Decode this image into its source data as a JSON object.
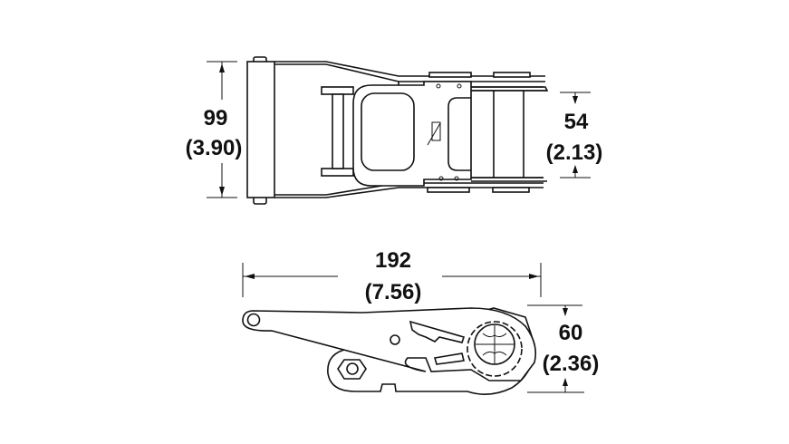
{
  "dimensions": {
    "width_top": {
      "mm": "99",
      "inch": "(3.90)"
    },
    "slot_width": {
      "mm": "54",
      "inch": "(2.13)"
    },
    "length": {
      "mm": "192",
      "inch": "(7.56)"
    },
    "height": {
      "mm": "60",
      "inch": "(2.36)"
    }
  },
  "colors": {
    "line": "#111111",
    "background": "#ffffff"
  }
}
